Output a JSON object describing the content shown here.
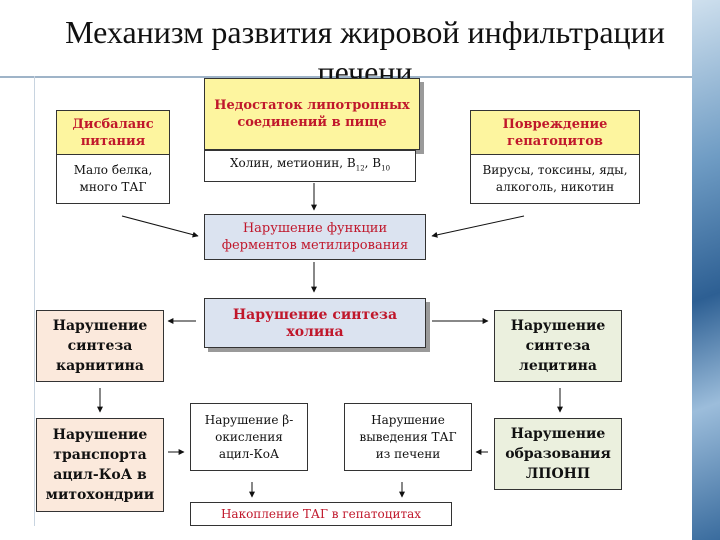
{
  "title": "Механизм развития жировой инфильтрации печени",
  "nodes": {
    "disbalans": "Дисбаланс питания",
    "disbalans_detail": "Мало белка, много ТАГ",
    "nedostatok": "Недостаток липотропных соединений в пище",
    "nedostatok_detail_main": "Холин, метионин, В",
    "nedostatok_detail_sub1": "12",
    "nedostatok_detail_sep": ", В",
    "nedostatok_detail_sub2": "10",
    "povrezhdenie": "Повреждение гепатоцитов",
    "povrezhdenie_detail": "Вирусы, токсины, яды, алкоголь, никотин",
    "metilirovanie": "Нарушение функции ферментов метилирования",
    "holin": "Нарушение синтеза холина",
    "karnitin": "Нарушение синтеза карнитина",
    "lecitin": "Нарушение синтеза лецитина",
    "transport": "Нарушение транспорта ацил-КоА в митохондрии",
    "beta": "Нарушение β-окисления ацил-КоА",
    "vyvedenie": "Нарушение выведения ТАГ из печени",
    "lponp": "Нарушение образования ЛПОНП",
    "nakoplenie": "Накопление ТАГ в гепатоцитах"
  },
  "colors": {
    "yellow": "#fdf59f",
    "red_text": "#c0172b",
    "blue": "#dbe3f0",
    "peach": "#fbe9dc",
    "green": "#ebf0de"
  }
}
